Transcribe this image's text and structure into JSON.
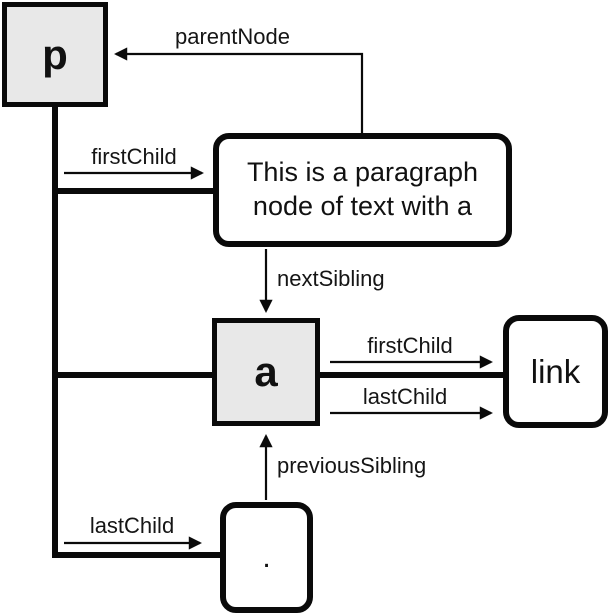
{
  "colors": {
    "background": "#ffffff",
    "node_fill_element": "#e8e8e8",
    "node_fill_text": "#ffffff",
    "stroke": "#0a0a0a",
    "text": "#111111"
  },
  "nodes": {
    "p_element": {
      "label": "p"
    },
    "paragraph_text": {
      "line1": "This is a paragraph",
      "line2": "node of text with a"
    },
    "a_element": {
      "label": "a"
    },
    "link_text": {
      "label": "link"
    },
    "period_text": {
      "label": "."
    }
  },
  "edges": {
    "parent_node": "parentNode",
    "first_child_p": "firstChild",
    "next_sibling": "nextSibling",
    "first_child_a": "firstChild",
    "last_child_a": "lastChild",
    "previous_sibling": "previousSibling",
    "last_child_p": "lastChild"
  }
}
